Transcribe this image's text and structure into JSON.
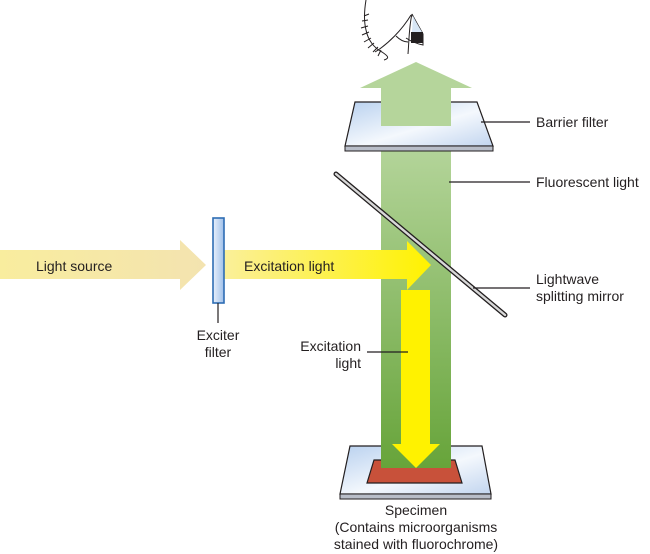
{
  "diagram": {
    "title": "Fluorescence microscope light path",
    "labels": {
      "light_source": "Light source",
      "excitation_light_horizontal": "Excitation light",
      "exciter_filter_line1": "Exciter",
      "exciter_filter_line2": "filter",
      "barrier_filter": "Barrier filter",
      "fluorescent_light": "Fluorescent light",
      "mirror_line1": "Lightwave",
      "mirror_line2": "splitting mirror",
      "excitation_light_vertical_line1": "Excitation",
      "excitation_light_vertical_line2": "light",
      "specimen_line1": "Specimen",
      "specimen_line2": "(Contains microorganisms",
      "specimen_line3": "stained with fluorochrome)"
    },
    "colors": {
      "light_source_arrow": "#f7e99a",
      "excitation_arrow": "#fff200",
      "fluorescent_top": "#b5d59b",
      "fluorescent_bottom": "#6aa63b",
      "filter_blue": "#c8dcf3",
      "filter_border": "#2e6db4",
      "specimen": "#c8513a",
      "leader_line": "#231f20"
    },
    "icons": {
      "eye": "eye-icon"
    }
  }
}
